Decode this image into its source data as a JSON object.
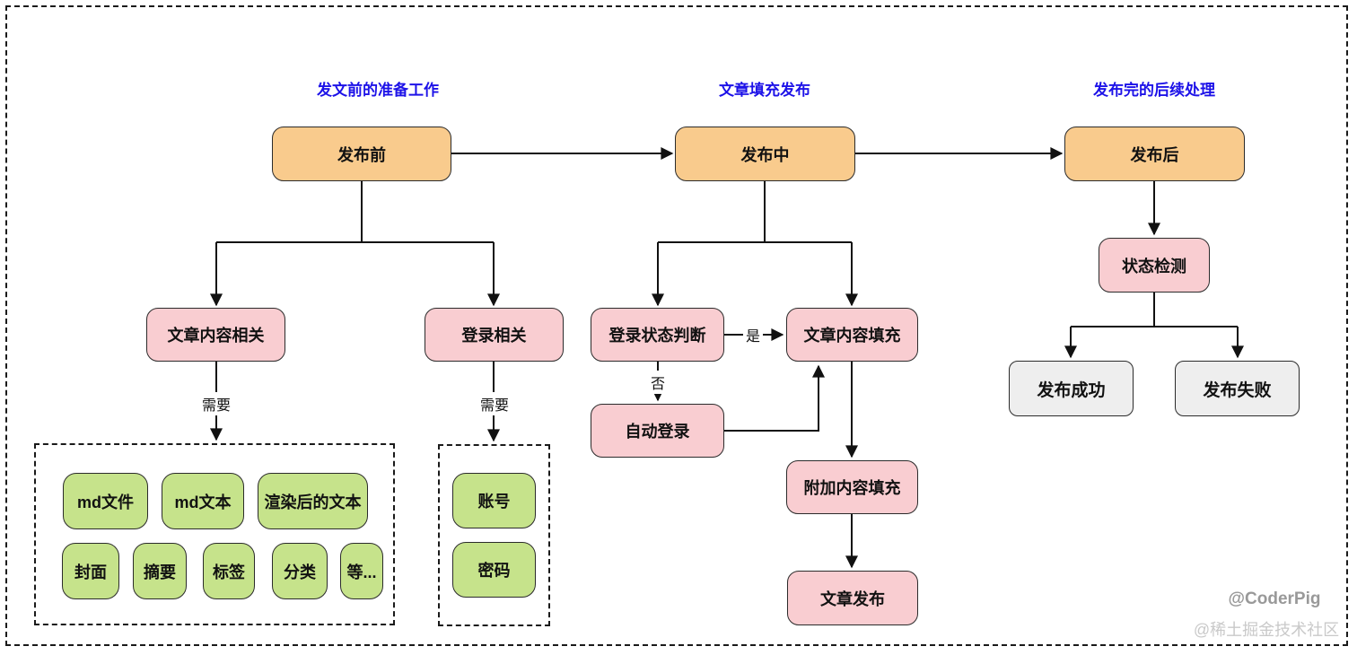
{
  "headers": {
    "prep": "发文前的准备工作",
    "fill": "文章填充发布",
    "post": "发布完的后续处理"
  },
  "nodes": {
    "pre_publish": "发布前",
    "publishing": "发布中",
    "post_publish": "发布后",
    "content_related": "文章内容相关",
    "login_related": "登录相关",
    "login_check": "登录状态判断",
    "content_fill": "文章内容填充",
    "auto_login": "自动登录",
    "extra_fill": "附加内容填充",
    "article_publish": "文章发布",
    "status_check": "状态检测",
    "publish_success": "发布成功",
    "publish_fail": "发布失败",
    "md_file": "md文件",
    "md_text": "md文本",
    "rendered_text": "渲染后的文本",
    "cover": "封面",
    "summary": "摘要",
    "tags": "标签",
    "category": "分类",
    "etc": "等...",
    "account": "账号",
    "password": "密码"
  },
  "edge_labels": {
    "need_content": "需要",
    "need_login": "需要",
    "yes": "是",
    "no": "否"
  },
  "watermark": {
    "line1": "@CoderPig",
    "line2": "@稀土掘金技术社区"
  },
  "colors": {
    "header_blue": "#1d12e8",
    "stage_fill": "#f9cb8d",
    "step_fill": "#f9cdd1",
    "leaf_fill": "#c6e38b",
    "result_fill": "#eeeeee",
    "node_border": "#2b2b2b",
    "line": "#111111",
    "watermark_dark": "#999999",
    "watermark_light": "#c9c9c9"
  }
}
